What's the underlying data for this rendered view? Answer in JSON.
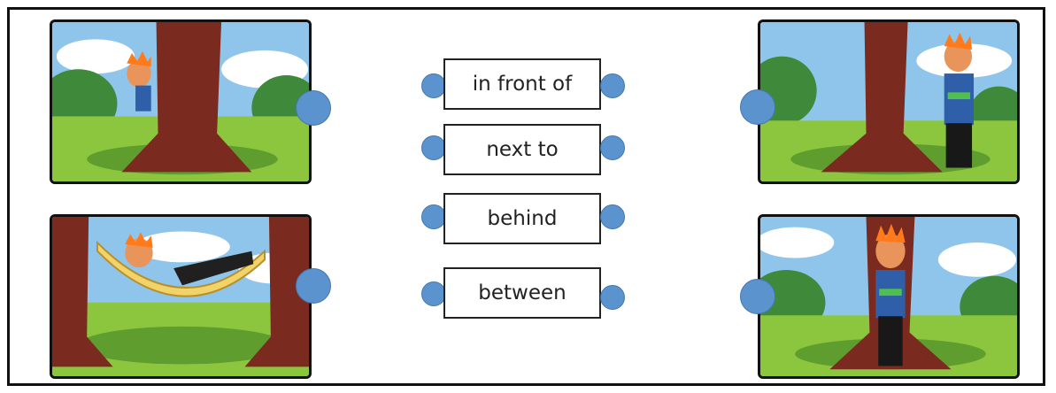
{
  "phrases": [
    "in front of",
    "next to",
    "behind",
    "between"
  ],
  "colors": {
    "frame": "#111111",
    "dot": "#5b93cf",
    "sky": "#8fc5ea",
    "grass": "#8cc63f",
    "trunk": "#7a2a1f",
    "shirt": "#2f5fa8",
    "hair": "#ff7a1a"
  }
}
